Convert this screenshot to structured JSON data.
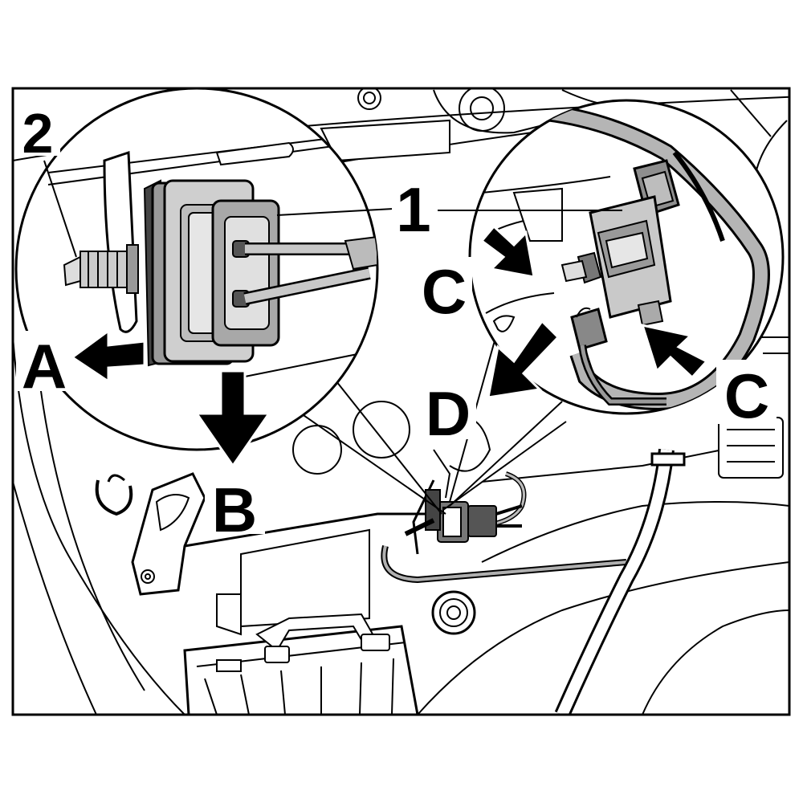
{
  "figure": {
    "callouts": {
      "one": "1",
      "two": "2"
    },
    "directions": {
      "a": "A",
      "b": "B",
      "c_left": "C",
      "c_right": "C",
      "d": "D"
    }
  }
}
